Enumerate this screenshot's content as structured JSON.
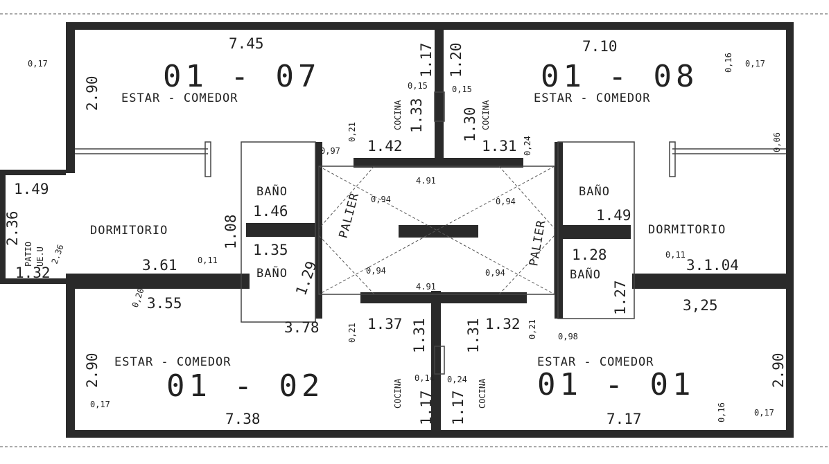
{
  "units": {
    "u07": "01 - 07",
    "u08": "01 - 08",
    "u02": "01 - 02",
    "u01": "01 - 01"
  },
  "rooms": {
    "estar": "ESTAR - COMEDOR",
    "dormitorio": "DORMITORIO",
    "bano": "BAÑO",
    "cocina": "COCINA",
    "palier": "PALIER",
    "patio": "PATIO",
    "patio_sub": "UE.U"
  },
  "dims": {
    "d745": "7.45",
    "d710": "7.10",
    "d738": "7.38",
    "d717": "7.17",
    "d290": "2.90",
    "d017": "0,17",
    "d015": "0,15",
    "d016": "0,16",
    "d117": "1.17",
    "d120": "1.20",
    "d133": "1.33",
    "d130": "1.30",
    "d142": "1.42",
    "d131": "1.31",
    "d021": "0,21",
    "d024": "0,24",
    "d146": "1.46",
    "d149": "1.49",
    "d108": "1.08",
    "d361": "3.61",
    "d011": "0,11",
    "d135": "1.35",
    "d129": "1.29",
    "d355": "3.55",
    "d020": "0,20",
    "d378": "3.78",
    "d128": "1.28",
    "d127": "1.27",
    "d304": "3.1.04",
    "d325": "3,25",
    "d098": "0,98",
    "d137": "1.37",
    "d132": "1.32",
    "d014": "0,14",
    "d491": "4.91",
    "d094": "0,94",
    "d236": "2.36",
    "d132b": "1.32",
    "d006": "0,06",
    "d097": "0,97"
  }
}
